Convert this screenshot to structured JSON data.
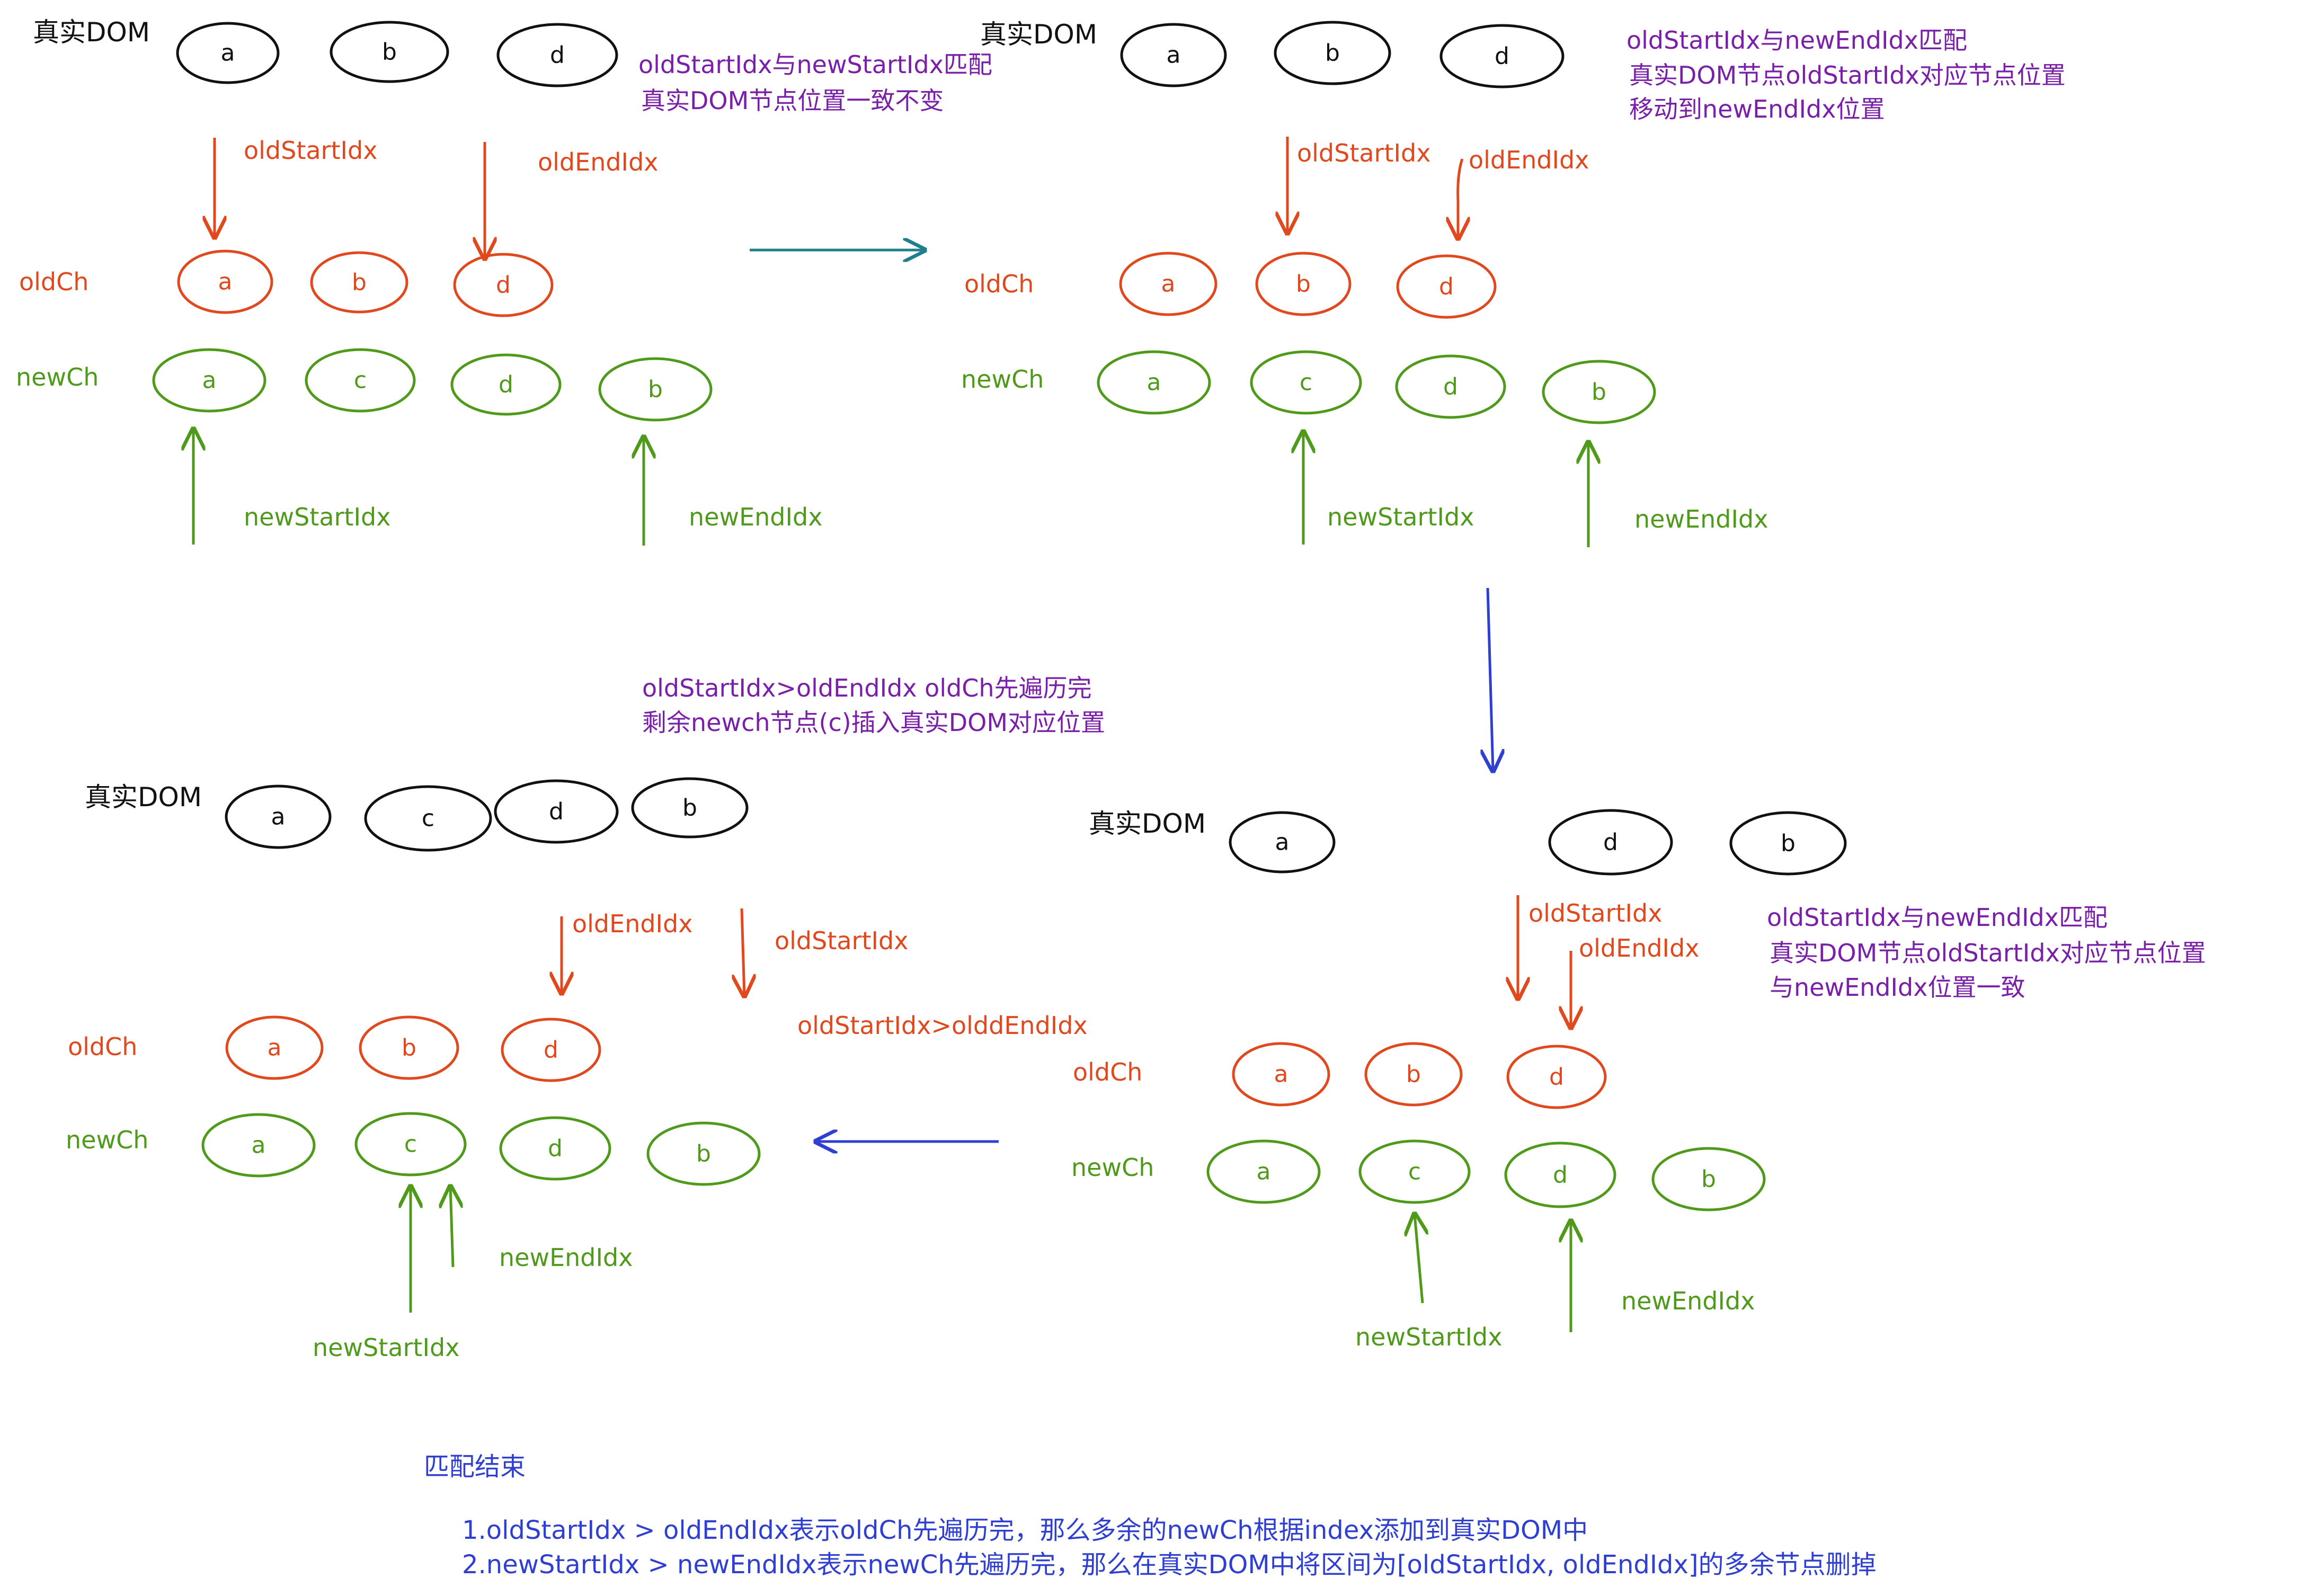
{
  "colors": {
    "black": "#111111",
    "orange": "#e0481d",
    "green": "#4f9a1a",
    "purple": "#7a1fa8",
    "blue": "#2f3fd0",
    "teal": "#1f7f8f"
  },
  "labels": {
    "real_dom": "真实DOM",
    "old_ch": "oldCh",
    "new_ch": "newCh",
    "old_start_idx": "oldStartIdx",
    "old_end_idx": "oldEndIdx",
    "new_start_idx": "newStartIdx",
    "new_end_idx": "newEndIdx",
    "old_start_gt_old_end": "oldStartIdx>olddEndIdx"
  },
  "nodes": {
    "a": "a",
    "b": "b",
    "c": "c",
    "d": "d"
  },
  "notes": {
    "step1_line1": "oldStartIdx与newStartIdx匹配",
    "step1_line2": "真实DOM节点位置一致不变",
    "step2_line1": "oldStartIdx与newEndIdx匹配",
    "step2_line2": "真实DOM节点oldStartIdx对应节点位置",
    "step2_line3": "移动到newEndIdx位置",
    "step3_line1": "oldStartIdx与newEndIdx匹配",
    "step3_line2": "真实DOM节点oldStartIdx对应节点位置",
    "step3_line3": "与newEndIdx位置一致",
    "step4_line1": "oldStartIdx>oldEndIdx oldCh先遍历完",
    "step4_line2": "剩余newch节点(c)插入真实DOM对应位置"
  },
  "summary": {
    "title": "匹配结束",
    "line1": "1.oldStartIdx > oldEndIdx表示oldCh先遍历完，那么多余的newCh根据index添加到真实DOM中",
    "line2": "2.newStartIdx > newEndIdx表示newCh先遍历完，那么在真实DOM中将区间为[oldStartIdx, oldEndIdx]的多余节点删掉"
  }
}
